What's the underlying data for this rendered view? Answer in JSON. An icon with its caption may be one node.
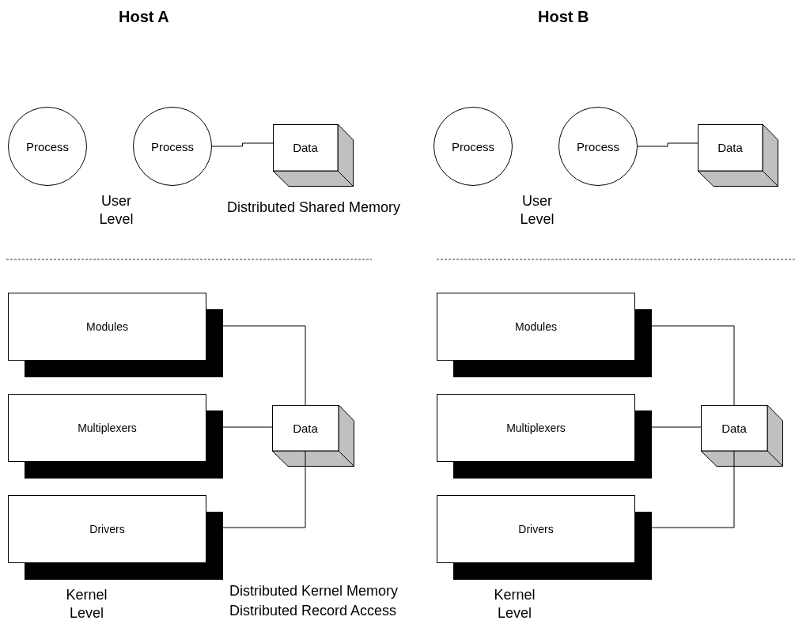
{
  "diagram": {
    "nodes": [
      {
        "text": [
          "Process"
        ]
      },
      {
        "text": [
          "Process"
        ]
      },
      {
        "text": [
          "Data"
        ]
      },
      {
        "text": [
          "Process"
        ]
      },
      {
        "text": [
          "Process"
        ]
      },
      {
        "text": [
          "Data"
        ]
      },
      {
        "text": [
          "Modules"
        ]
      },
      {
        "text": [
          "Multiplexers"
        ]
      },
      {
        "text": [
          "Drivers"
        ]
      },
      {
        "text": [
          "Data"
        ]
      },
      {
        "text": [
          "Modules"
        ]
      },
      {
        "text": [
          "Multiplexers"
        ]
      },
      {
        "text": [
          "Drivers"
        ]
      },
      {
        "text": [
          "Data"
        ]
      }
    ],
    "edges": [
      {
        "from": 1,
        "to": 2,
        "arrow": "none"
      },
      {
        "from": 4,
        "to": 5,
        "arrow": "none"
      },
      {
        "from": 6,
        "to": 9,
        "arrow": "none"
      },
      {
        "from": 7,
        "to": 9,
        "arrow": "none"
      },
      {
        "from": 8,
        "to": 9,
        "arrow": "none"
      },
      {
        "from": 10,
        "to": 13,
        "arrow": "none"
      },
      {
        "from": 11,
        "to": 13,
        "arrow": "none"
      },
      {
        "from": 12,
        "to": 13,
        "arrow": "none"
      }
    ],
    "labels": [
      "Host A",
      "Host B",
      "User Level",
      "Distributed Shared Memory",
      "User Level",
      "Kernel Level",
      "Distributed Kernel Memory",
      "Distributed Record Access",
      "Kernel Level"
    ]
  }
}
